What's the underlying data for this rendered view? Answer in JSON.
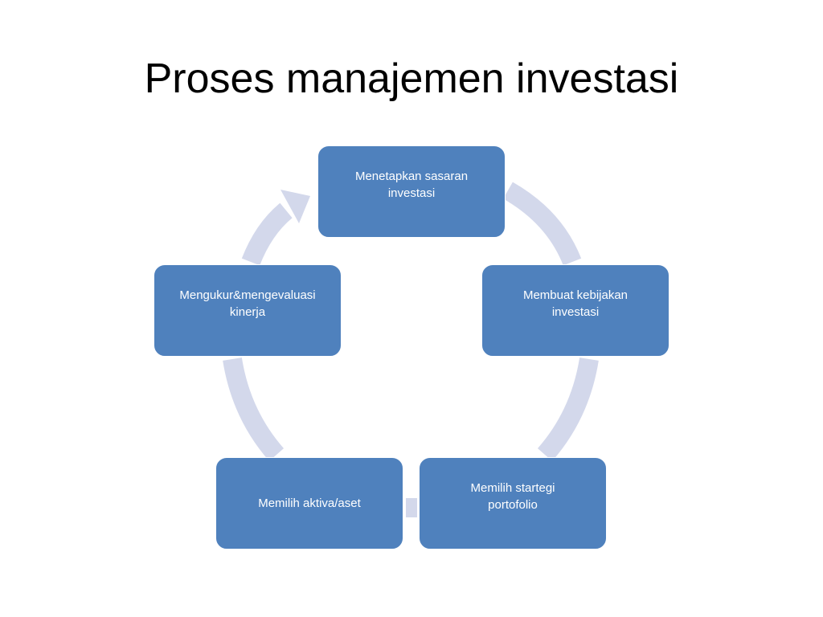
{
  "slide": {
    "title": "Proses manajemen investasi"
  },
  "diagram": {
    "type": "cycle",
    "arrow_color": "#d3d8eb",
    "node_color": "#4f81bd",
    "nodes": [
      {
        "id": "n1",
        "label": "Menetapkan sasaran\ninvestasi"
      },
      {
        "id": "n2",
        "label": "Membuat kebijakan\ninvestasi"
      },
      {
        "id": "n3",
        "label": "Memilih startegi\nportofolio"
      },
      {
        "id": "n4",
        "label": "Memilih aktiva/aset"
      },
      {
        "id": "n5",
        "label": "Mengukur&mengevaluasi\nkinerja"
      }
    ]
  }
}
